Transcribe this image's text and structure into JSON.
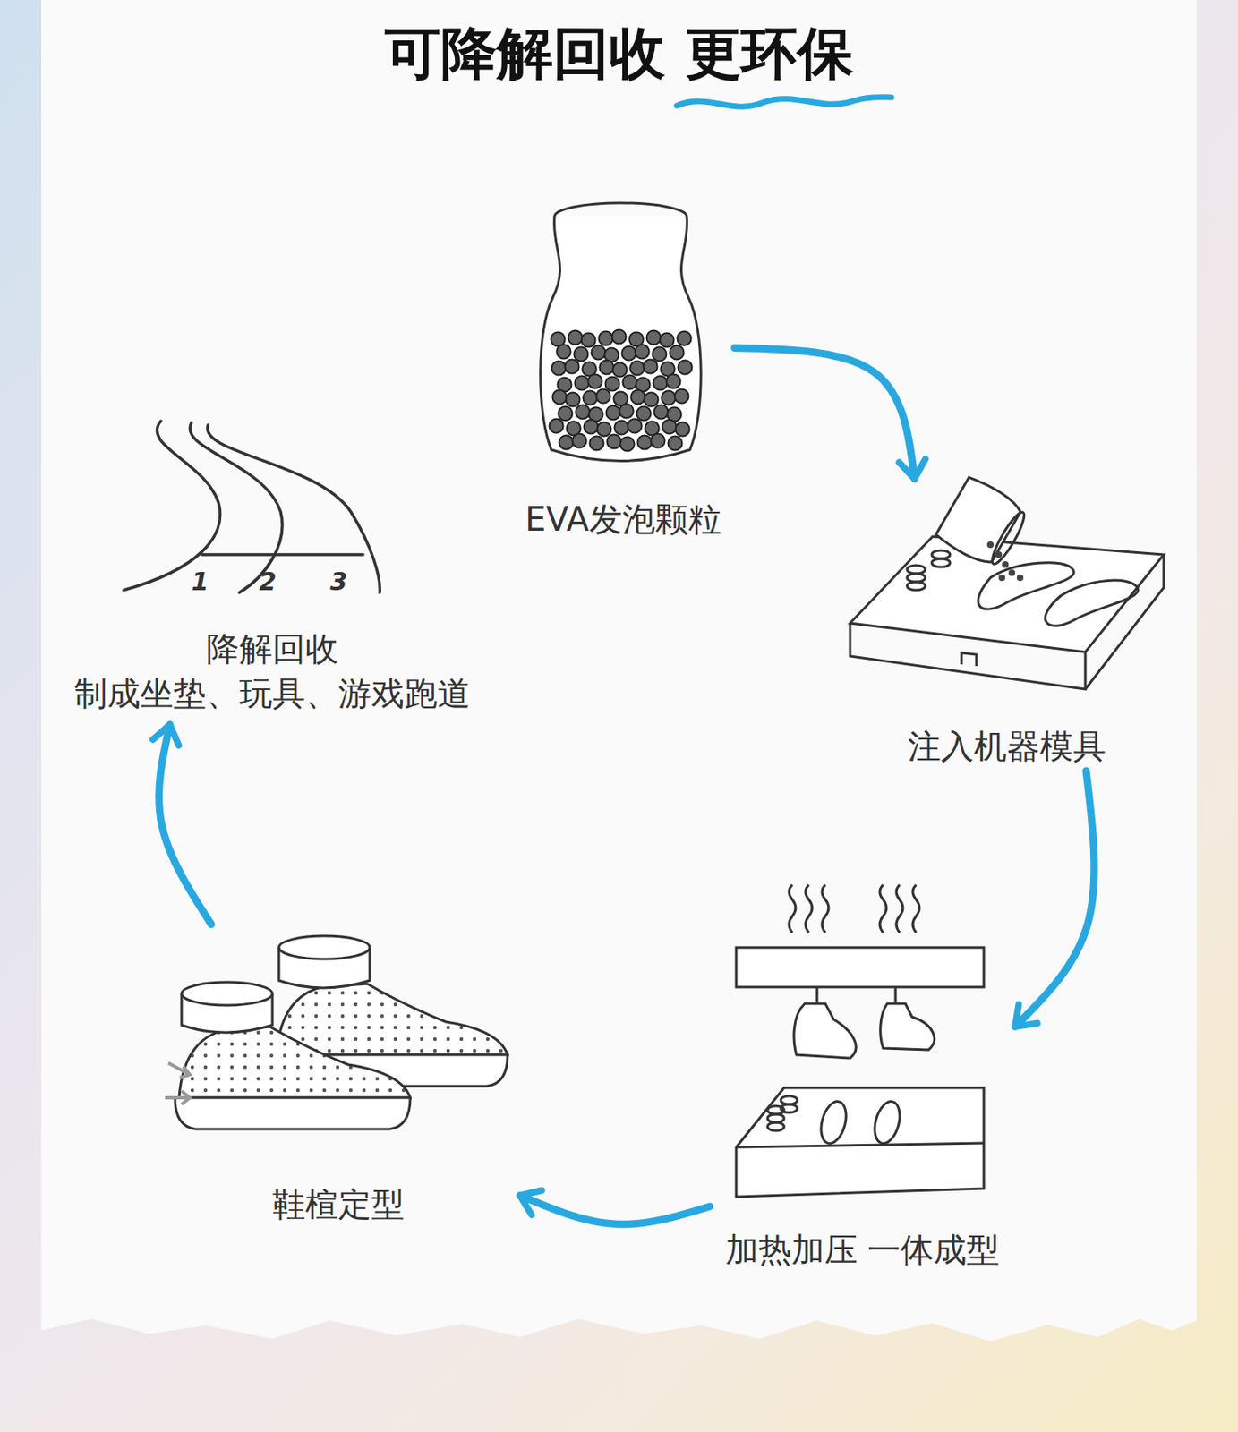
{
  "diagram": {
    "title": "可降解回收 更环保",
    "nodes": [
      {
        "text": [
          "EVA发泡颗粒"
        ]
      },
      {
        "text": [
          "注入机器模具"
        ]
      },
      {
        "text": [
          "加热加压 一体成型"
        ]
      },
      {
        "text": [
          "鞋楦定型"
        ]
      },
      {
        "text": [
          "降解回收",
          "制成坐垫、玩具、游戏跑道"
        ]
      }
    ],
    "edges": [
      {
        "from": 0,
        "to": 1,
        "arrow": "to"
      },
      {
        "from": 1,
        "to": 2,
        "arrow": "to"
      },
      {
        "from": 2,
        "to": 3,
        "arrow": "to"
      },
      {
        "from": 3,
        "to": 4,
        "arrow": "to"
      }
    ],
    "labels": [
      "1",
      "2",
      "3"
    ]
  }
}
